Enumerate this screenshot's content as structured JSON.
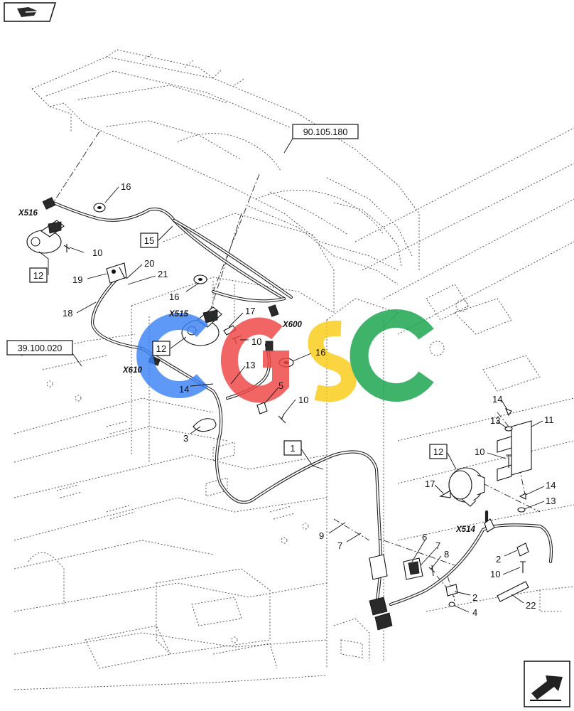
{
  "references": {
    "top": "90.105.180",
    "left": "39.100.020"
  },
  "connectors": [
    "X516",
    "X515",
    "X600",
    "X610",
    "X514"
  ],
  "boxed_items": [
    "12",
    "15",
    "12",
    "1",
    "12"
  ],
  "callouts": [
    "16",
    "10",
    "19",
    "20",
    "21",
    "18",
    "16",
    "17",
    "10",
    "16",
    "13",
    "14",
    "5",
    "10",
    "3",
    "9",
    "7",
    "6",
    "7",
    "8",
    "14",
    "13",
    "11",
    "10",
    "17",
    "14",
    "13",
    "2",
    "10",
    "2",
    "4",
    "22"
  ],
  "watermark": "GSC",
  "colors": {
    "watermark_blue": "#3b82f6",
    "watermark_red": "#ef4444",
    "watermark_yellow": "#facc15",
    "watermark_green": "#16a34a"
  },
  "icons": {
    "top_left": "book-hand-icon",
    "bottom_right": "next-page-arrow-icon"
  }
}
